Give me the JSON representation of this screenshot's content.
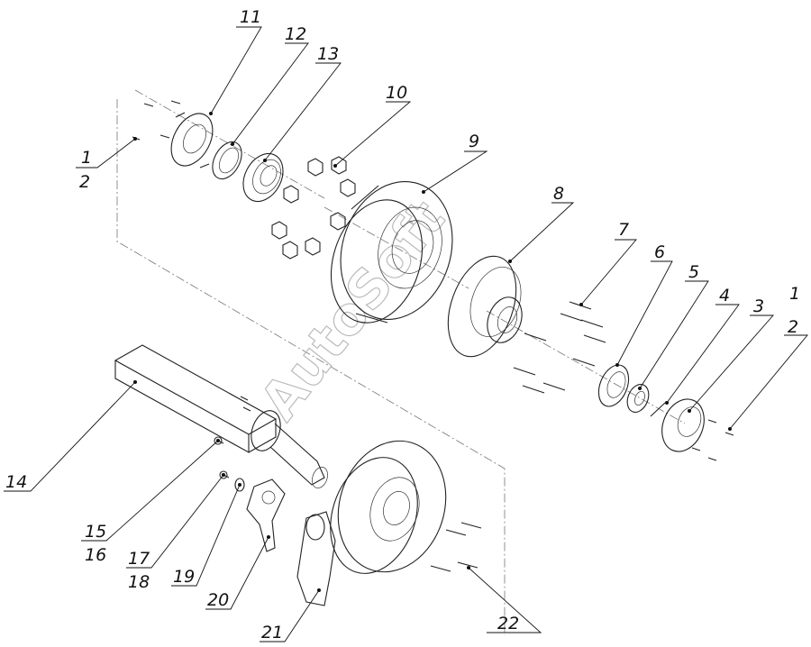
{
  "watermark": "AutoSoft",
  "callouts": [
    {
      "id": "c1a",
      "text": "1"
    },
    {
      "id": "c2a",
      "text": "2"
    },
    {
      "id": "c3",
      "text": "3"
    },
    {
      "id": "c4",
      "text": "4"
    },
    {
      "id": "c5",
      "text": "5"
    },
    {
      "id": "c6",
      "text": "6"
    },
    {
      "id": "c7",
      "text": "7"
    },
    {
      "id": "c8",
      "text": "8"
    },
    {
      "id": "c9",
      "text": "9"
    },
    {
      "id": "c10",
      "text": "10"
    },
    {
      "id": "c11",
      "text": "11"
    },
    {
      "id": "c12",
      "text": "12"
    },
    {
      "id": "c13",
      "text": "13"
    },
    {
      "id": "c14",
      "text": "14"
    },
    {
      "id": "c15",
      "text": "15"
    },
    {
      "id": "c16",
      "text": "16"
    },
    {
      "id": "c17",
      "text": "17"
    },
    {
      "id": "c18",
      "text": "18"
    },
    {
      "id": "c19",
      "text": "19"
    },
    {
      "id": "c20",
      "text": "20"
    },
    {
      "id": "c21",
      "text": "21"
    },
    {
      "id": "c22",
      "text": "22"
    },
    {
      "id": "c1b",
      "text": "1"
    },
    {
      "id": "c2b",
      "text": "2"
    }
  ]
}
